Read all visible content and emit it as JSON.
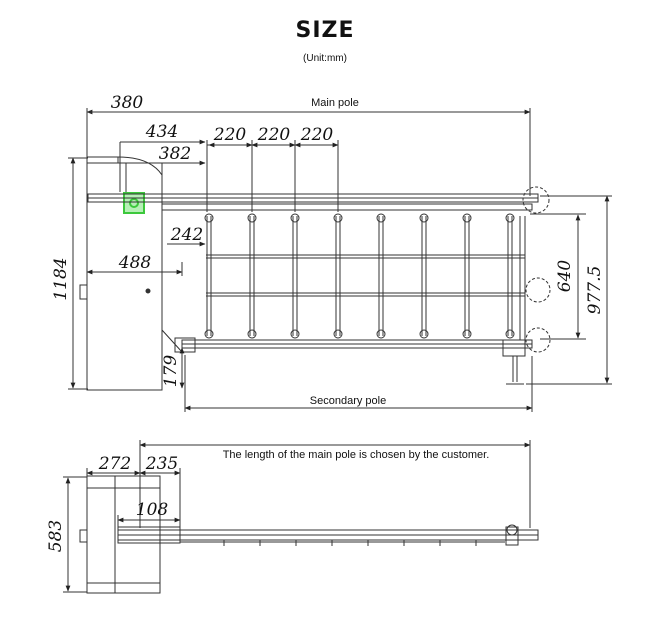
{
  "header": {
    "title": "SIZE",
    "unit": "(Unit:mm)"
  },
  "front_view": {
    "main_pole_label": "Main pole",
    "secondary_pole_label": "Secondary pole",
    "dims": {
      "d380": "380",
      "d434": "434",
      "d382": "382",
      "d220a": "220",
      "d220b": "220",
      "d220c": "220",
      "d242": "242",
      "d488": "488",
      "d1184": "1184",
      "d179": "179",
      "d640": "640",
      "d977": "977.5"
    }
  },
  "top_view": {
    "note": "The length of the main pole is chosen by the customer.",
    "dims": {
      "d272": "272",
      "d235": "235",
      "d108": "108",
      "d583": "583"
    }
  },
  "colors": {
    "line": "#333333",
    "highlight": "#3cc83c"
  }
}
